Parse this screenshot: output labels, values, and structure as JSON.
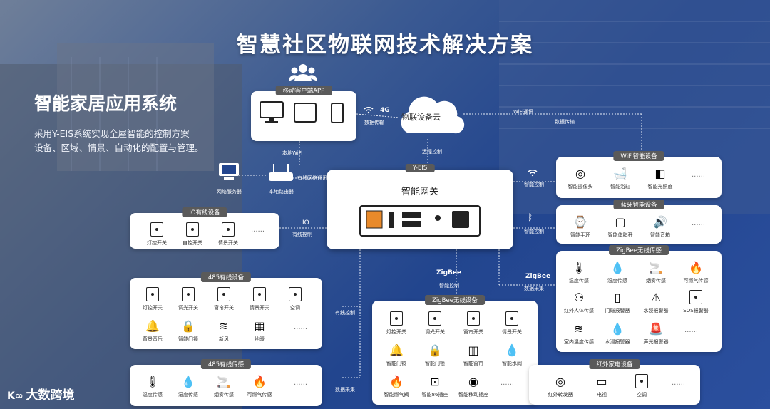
{
  "title": "智慧社区物联网技术解决方案",
  "subtitle": "智能家居应用系统",
  "description_line1": "采用Y-EIS系统实现全屋智能的控制方案",
  "description_line2": "设备、区域、情景、自动化的配置与管理。",
  "app_panel": {
    "tag": "移动客户端APP"
  },
  "cloud": {
    "label": "物联设备云",
    "net_label": "4G",
    "left_caption": "数据传输",
    "right_caption": "数据传输",
    "wifi_caption": "WiFi通讯",
    "down_caption": "远程控制"
  },
  "router": {
    "label": "本地路由器",
    "wifi_caption": "本地WiFi",
    "link_caption": "有线网络通讯"
  },
  "pc": {
    "label": "网络服务器"
  },
  "gateway": {
    "tag": "Y-EIS",
    "title": "智能网关"
  },
  "io_panel": {
    "tag": "IO有线设备",
    "items": [
      "灯控开关",
      "自控开关",
      "情景开关"
    ],
    "more": "......",
    "conn": "IO",
    "conn_caption": "有线控制"
  },
  "rs485_panel": {
    "tag": "485有线设备",
    "items": [
      "灯控开关",
      "调光开关",
      "窗帘开关",
      "情景开关",
      "空调",
      "背景音乐",
      "智能门锁",
      "新风",
      "地暖"
    ],
    "more": "......",
    "conn_caption": "有线控制"
  },
  "rs485_sensor_panel": {
    "tag": "485有线传感",
    "items": [
      "温度传感",
      "湿度传感",
      "烟雾传感",
      "可燃气传感"
    ],
    "more": "......",
    "conn_caption": "数据采集"
  },
  "zigbee_panel": {
    "tag": "ZigBee无线设备",
    "items": [
      "灯控开关",
      "调光开关",
      "窗帘开关",
      "情景开关",
      "智能门铃",
      "智能门锁",
      "智能窗帘",
      "智能水阀",
      "智能燃气阀",
      "智能86插座",
      "智能移动插座"
    ],
    "more": "......",
    "conn": "ZigBee",
    "conn_caption": "智能控制"
  },
  "wifi_panel": {
    "tag": "WiFi智能设备",
    "items": [
      "智能摄像头",
      "智能浴缸",
      "智能光照度"
    ],
    "more": "......",
    "conn_caption": "智能控制"
  },
  "bt_panel": {
    "tag": "蓝牙智能设备",
    "items": [
      "智能手环",
      "智能体脂秤",
      "智能音箱"
    ],
    "more": "......",
    "conn_caption": "智能控制"
  },
  "zigbee_sensor_panel": {
    "tag": "ZigBee无线传感",
    "items": [
      "温度传感",
      "湿度传感",
      "烟雾传感",
      "可燃气传感",
      "红外人体传感",
      "门磁报警器",
      "水浸报警器",
      "SOS报警器",
      "室内温度传感",
      "水浸报警器",
      "声光报警器"
    ],
    "more": "......",
    "conn": "ZigBee",
    "conn_caption": "数据采集"
  },
  "ir_panel": {
    "tag": "红外家电设备",
    "items": [
      "红外转发器",
      "电视",
      "空调"
    ],
    "more": "......"
  },
  "logo": {
    "text": "大数跨境"
  },
  "colors": {
    "background": "#2b4f9e",
    "panel": "#ffffff",
    "tag": "#5a5a5a"
  }
}
